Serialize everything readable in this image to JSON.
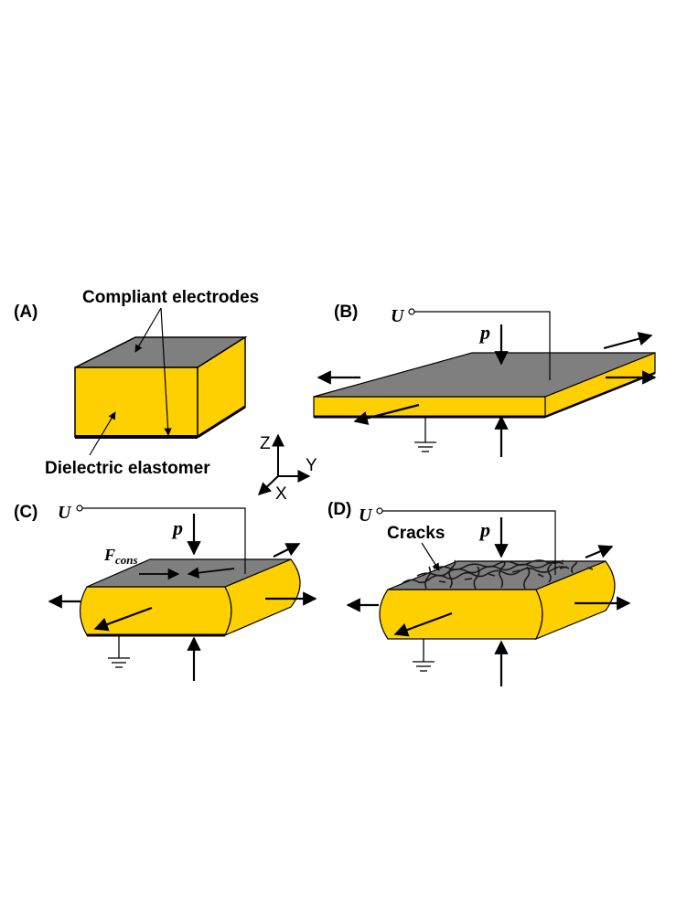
{
  "panels": {
    "a": {
      "label": "(A)",
      "electrodes_label": "Compliant electrodes",
      "elastomer_label": "Dielectric elastomer"
    },
    "b": {
      "label": "(B)",
      "voltage": "U",
      "pressure": "p"
    },
    "c": {
      "label": "(C)",
      "voltage": "U",
      "pressure": "p",
      "force": "F",
      "force_sub": "cons"
    },
    "d": {
      "label": "(D)",
      "voltage": "U",
      "pressure": "p",
      "cracks_label": "Cracks"
    }
  },
  "axes": {
    "z": "Z",
    "y": "Y",
    "x": "X"
  },
  "colors": {
    "electrode": "#7f7f7f",
    "elastomer": "#ffd000",
    "outline": "#000000"
  }
}
